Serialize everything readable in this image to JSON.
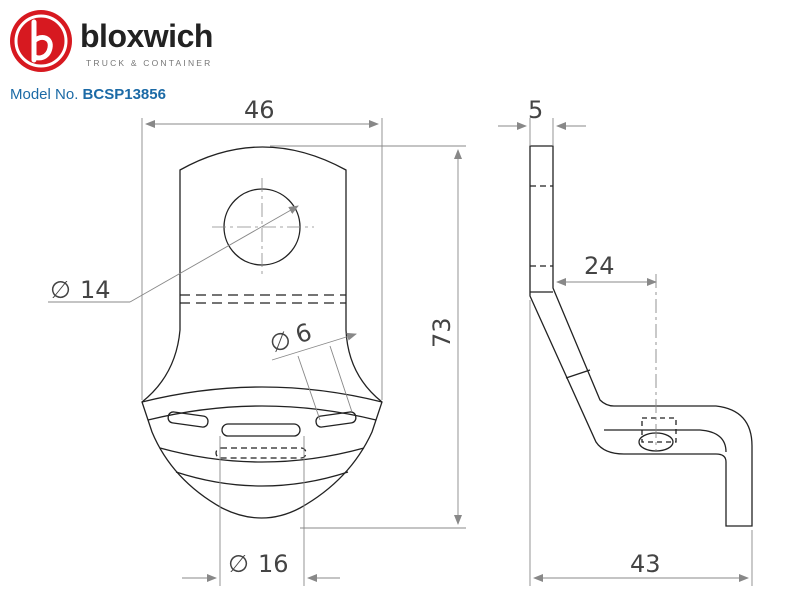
{
  "brand": {
    "name": "bloxwich",
    "tagline": "TRUCK & CONTAINER",
    "logo_color": "#d71920"
  },
  "model": {
    "label": "Model No.",
    "number": "BCSP13856"
  },
  "dimensions": {
    "front_width": "46",
    "hole_diameter": "14",
    "slot_width": "6",
    "overall_height": "73",
    "base_diameter": "16",
    "side_thickness": "5",
    "side_offset": "24",
    "side_depth": "43",
    "diameter_symbol": "∅"
  },
  "colors": {
    "line": "#222222",
    "dimension": "#888888",
    "text": "#444444",
    "accent": "#1b6aa6"
  }
}
